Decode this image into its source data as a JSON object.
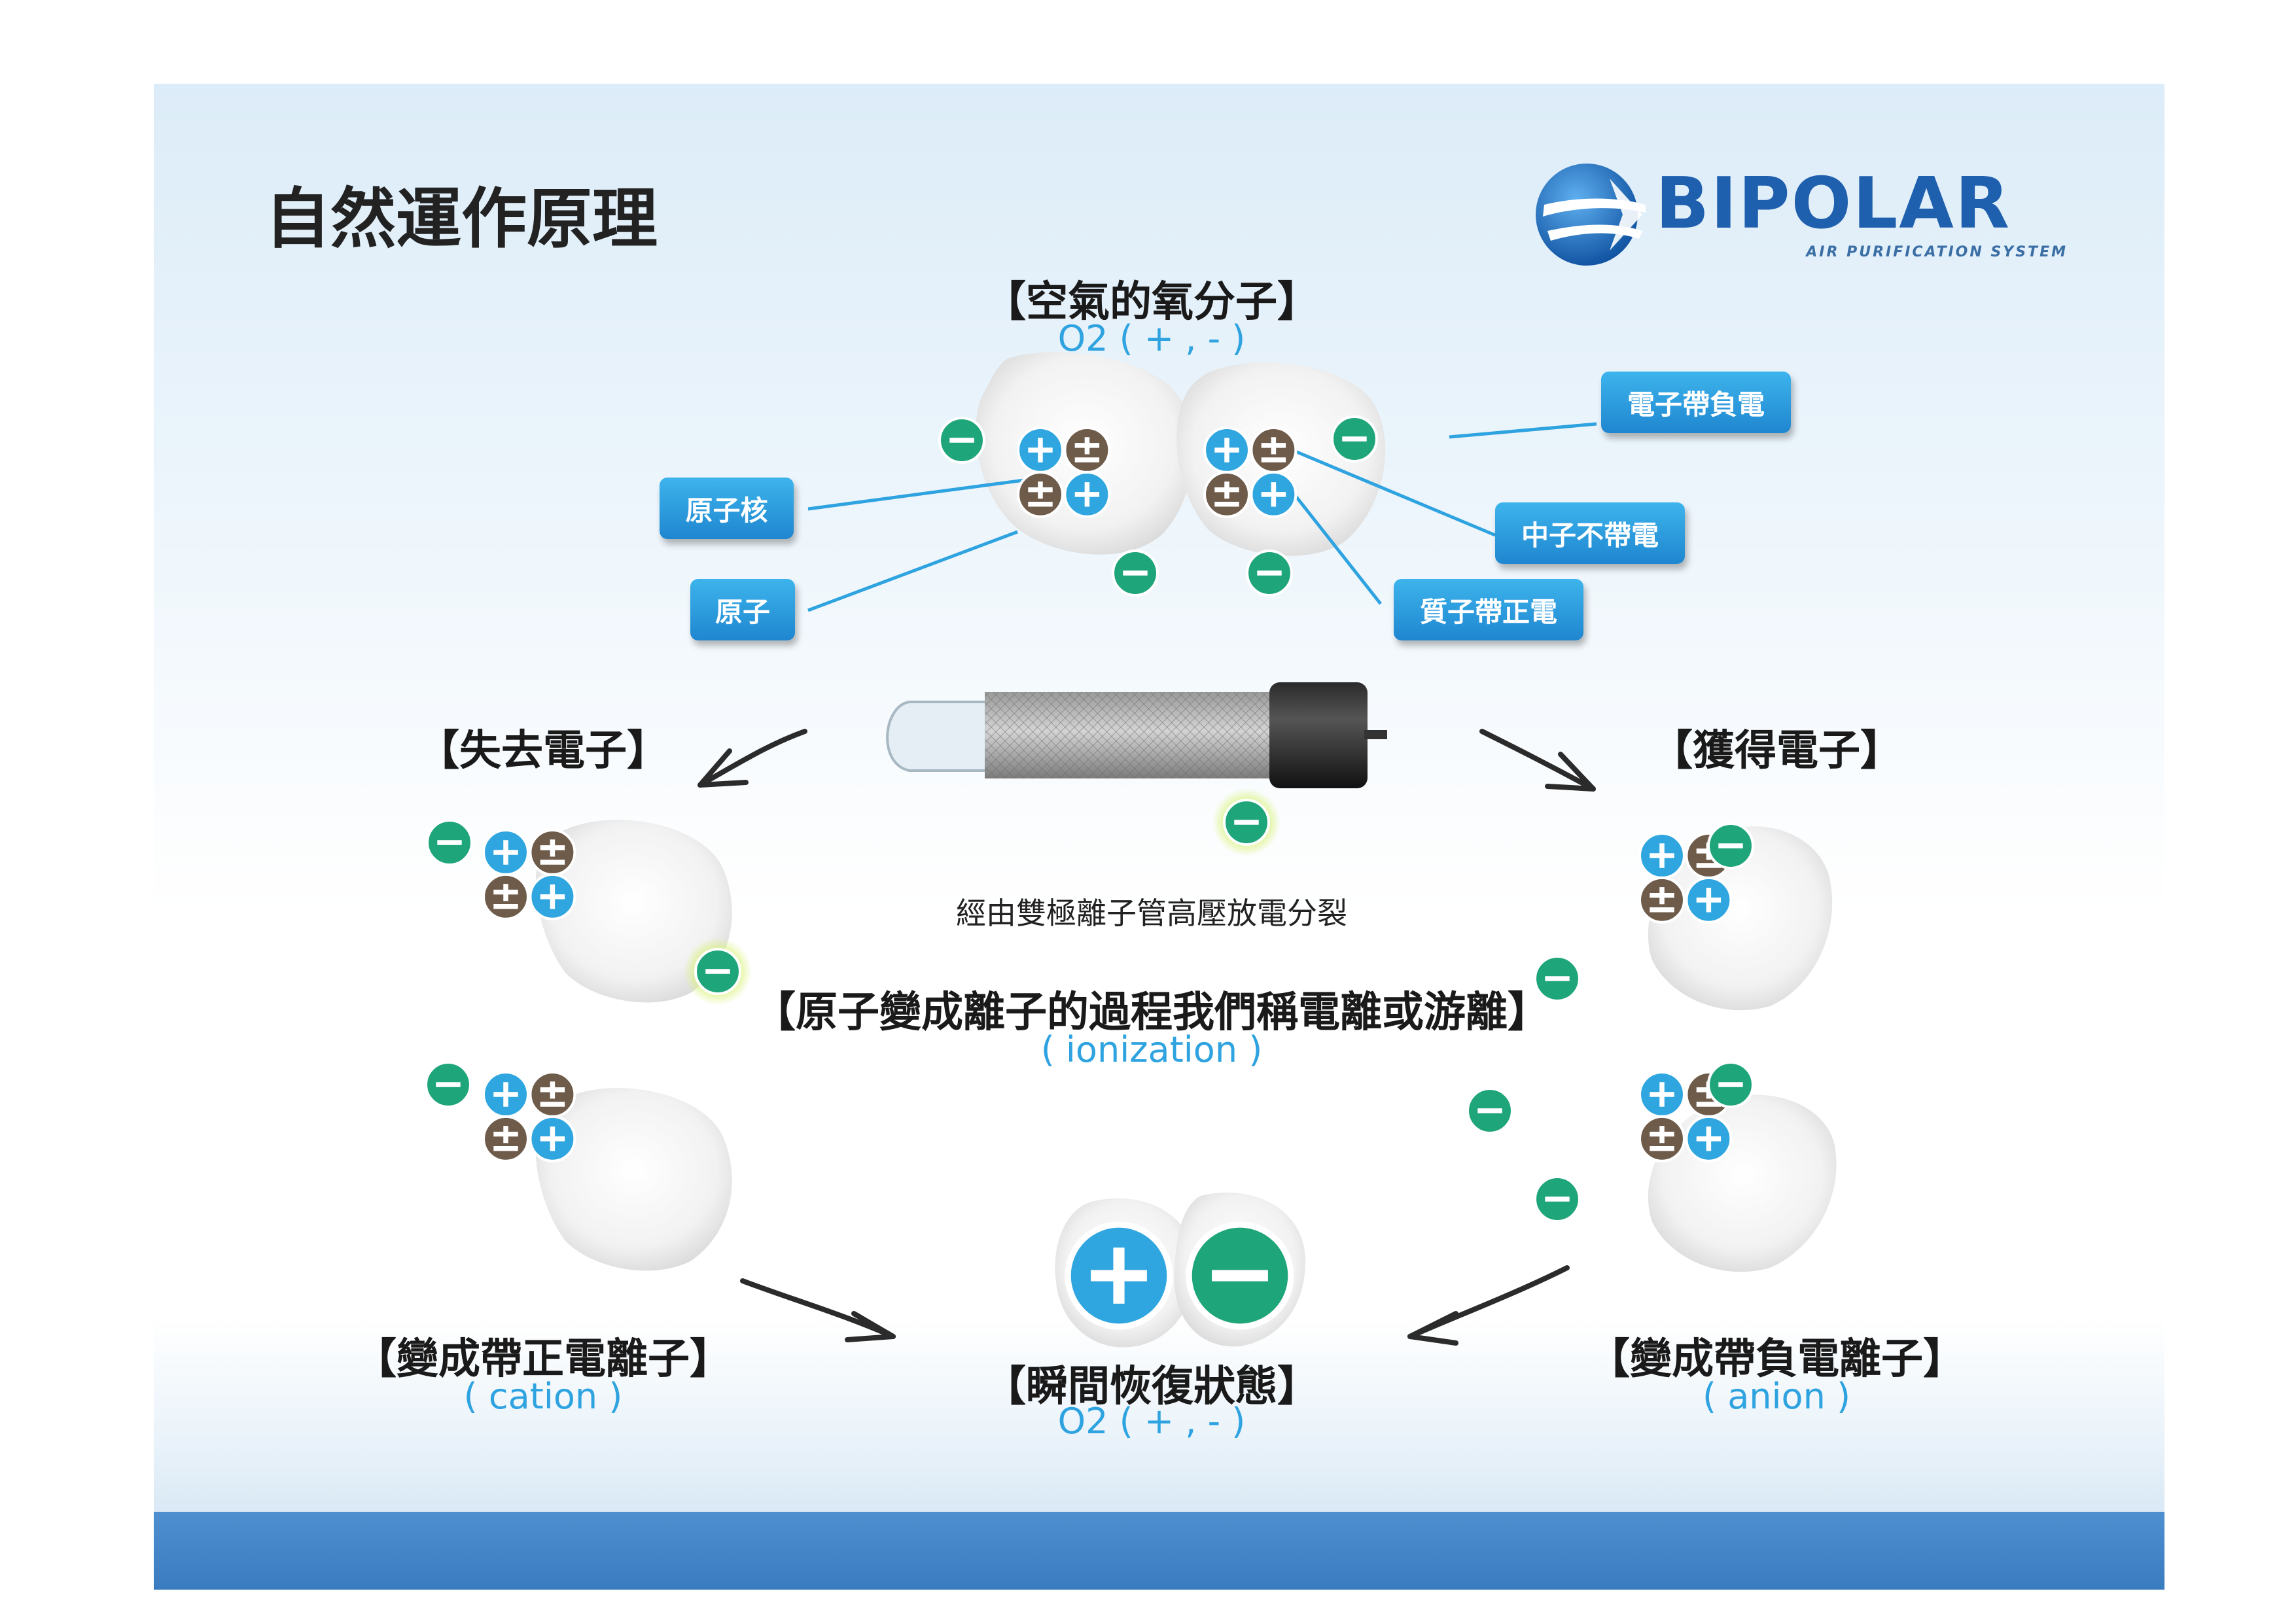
{
  "slide": {
    "title": "自然運作原理"
  },
  "logo": {
    "name": "BIPOLAR",
    "tagline": "AIR PURIFICATION SYSTEM"
  },
  "top": {
    "heading": "【空氣的氧分子】",
    "formula": "O2 ( + , - )"
  },
  "callouts": {
    "nucleus": "原子核",
    "atom": "原子",
    "electron": "電子帶負電",
    "neutron": "中子不帶電",
    "proton": "質子帶正電"
  },
  "left": {
    "heading": "【失去電子】"
  },
  "right": {
    "heading": "【獲得電子】"
  },
  "center": {
    "tube_caption": "經由雙極離子管高壓放電分裂",
    "process_heading": "【原子變成離子的過程我們稱電離或游離】",
    "process_term": "( ionization )"
  },
  "cation": {
    "heading": "【變成帶正電離子】",
    "term": "( cation )"
  },
  "anion": {
    "heading": "【變成帶負電離子】",
    "term": "( anion )"
  },
  "recovery": {
    "heading": "【瞬間恢復狀態】",
    "formula": "O2 ( + , - )"
  },
  "icons": {
    "proton": "plus-particle",
    "neutron": "plus-minus-particle",
    "electron": "minus-particle"
  },
  "colors": {
    "proton": "#2fa6df",
    "neutron": "#6e5b4a",
    "electron": "#1fa57a",
    "accent_blue": "#2ea3e0",
    "tag_blue": "#2792d8",
    "bottom_band": "#4585c6"
  }
}
